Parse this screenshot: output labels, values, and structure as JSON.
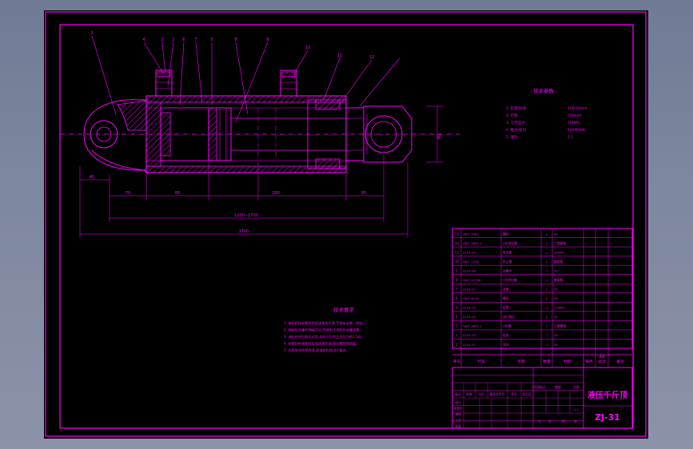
{
  "drawing": {
    "title_block": {
      "product_name": "液压千斤顶",
      "drawing_no": "ZJ-31",
      "header_row": [
        "序号",
        "代号",
        "名称",
        "数量",
        "材料",
        "单件",
        "总计",
        "备注"
      ],
      "weight_header": "重量",
      "scale_label": "1:1"
    },
    "tech_requirements": {
      "heading": "技术要求",
      "items": [
        "1. 装配前所有零件用煤油清洗干净,不得有毛刺、划伤。",
        "2. 装配后活塞杆伸缩灵活,不得有卡滞和外泄漏现象。",
        "3. 油缸应进行耐压试验,试验压力为工作压力的1.5倍。",
        "4. 各密封件装配时应涂抹液压油,密封圈不得扭曲。",
        "5. 外表面涂防锈底漆,面漆颜色按用户要求。"
      ]
    },
    "tech_specs": {
      "heading": "技术参数",
      "items": [
        {
          "label": "1. 缸径/杆径",
          "value": "100/70mm"
        },
        {
          "label": "2. 行程",
          "value": "500mm"
        },
        {
          "label": "3. 工作压力",
          "value": "16MPa"
        },
        {
          "label": "4. 推力/拉力",
          "value": "120/60kN"
        },
        {
          "label": "5. 速比",
          "value": "2:1"
        }
      ]
    },
    "dimensions": {
      "overall": "1700",
      "stroke_range": "1200~1700",
      "d1": "70",
      "d2": "80",
      "d3": "200",
      "d4": "95",
      "d5": "40",
      "d6": "80"
    },
    "part_balloons": [
      "1",
      "4",
      "3",
      "2",
      "6",
      "7",
      "5",
      "8",
      "9",
      "10",
      "11",
      "12"
    ],
    "bom_rows": [
      {
        "no": "13",
        "code": "GB/T 5782",
        "name": "螺栓",
        "qty": "2",
        "mat": "45"
      },
      {
        "no": "12",
        "code": "GB/T 3452.1",
        "name": "O形密封圈",
        "qty": "1",
        "mat": "丁腈橡胶"
      },
      {
        "no": "11",
        "code": "ZJ-31-09",
        "name": "导向套",
        "qty": "1",
        "mat": "QT450"
      },
      {
        "no": "10",
        "code": "GB/T 1235",
        "name": "防尘圈",
        "qty": "1",
        "mat": "聚氨酯"
      },
      {
        "no": "9",
        "code": "ZJ-31-08",
        "name": "活塞杆",
        "qty": "1",
        "mat": "45"
      },
      {
        "no": "8",
        "code": "GB/T 10708",
        "name": "Y形密封圈",
        "qty": "2",
        "mat": "聚氨酯"
      },
      {
        "no": "7",
        "code": "ZJ-31-07",
        "name": "活塞",
        "qty": "1",
        "mat": "45"
      },
      {
        "no": "6",
        "code": "GB/T 6170",
        "name": "螺母",
        "qty": "1",
        "mat": "35"
      },
      {
        "no": "5",
        "code": "ZJ-31-05",
        "name": "缸筒",
        "qty": "1",
        "mat": "27SiMn"
      },
      {
        "no": "4",
        "code": "ZJ-31-04",
        "name": "油口接头",
        "qty": "2",
        "mat": "35"
      },
      {
        "no": "3",
        "code": "GB/T 3452.1",
        "name": "O形圈",
        "qty": "2",
        "mat": "丁腈橡胶"
      },
      {
        "no": "2",
        "code": "ZJ-31-02",
        "name": "缸底",
        "qty": "1",
        "mat": "45"
      },
      {
        "no": "1",
        "code": "ZJ-31-01",
        "name": "耳环",
        "qty": "1",
        "mat": "45"
      }
    ],
    "title_row_labels": [
      "标记",
      "处数",
      "分区",
      "更改文件号",
      "签名",
      "年月日"
    ],
    "sign_labels": [
      "设计",
      "标准化",
      "审核",
      "工艺",
      "批准"
    ],
    "stage_labels": [
      "阶段标记",
      "重量",
      "比例"
    ],
    "sheet_labels": [
      "共",
      "张",
      "第",
      "张"
    ]
  }
}
